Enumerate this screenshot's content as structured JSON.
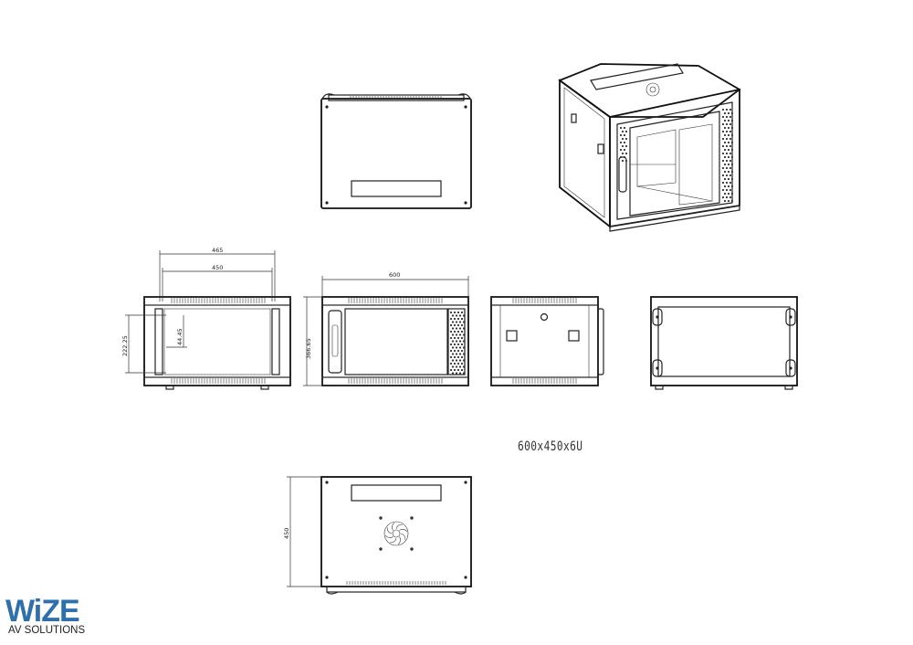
{
  "dimensions": {
    "top_view_width_outer": "465",
    "top_view_width_inner": "450",
    "front_width": "600",
    "front_height": "366.65",
    "side_height": "222.25",
    "unit_height": "44.45",
    "top_depth": "450"
  },
  "model_label": "600x450x6U",
  "logo": {
    "brand": "WiZE",
    "tagline": "AV SOLUTIONS",
    "accent_color": "#2e6fad"
  }
}
